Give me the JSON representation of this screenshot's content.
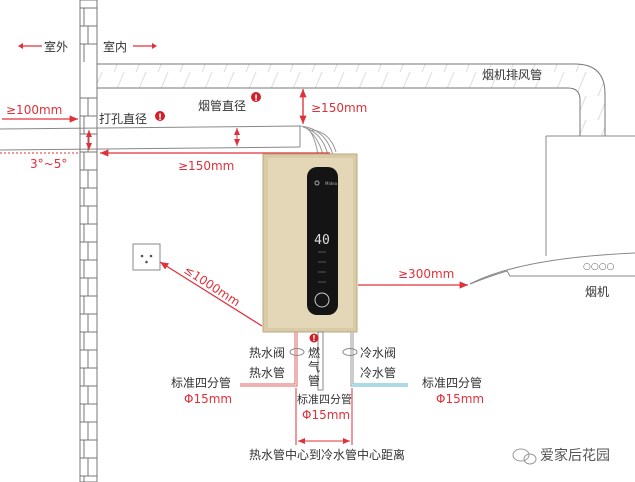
{
  "labels": {
    "outdoor": "室外",
    "indoor": "室内",
    "exhaust_duct": "烟机排风管",
    "hole_diameter": "打孔直径",
    "flue_diameter": "烟管直径",
    "min_100": "≥100mm",
    "min_150_vertical": "≥150mm",
    "min_150_horizontal": "≥150mm",
    "slope": "3°~5°",
    "max_1000": "≤1000mm",
    "min_300": "≥300mm",
    "range_hood": "烟机",
    "hood_buttons": "○○○○",
    "display_temp": "40",
    "hot_valve": "热水阀",
    "hot_pipe": "热水管",
    "gas_pipe": [
      "燃",
      "气",
      "管"
    ],
    "cold_valve": "冷水阀",
    "cold_pipe": "冷水管",
    "std_pipe_left": "标准四分管",
    "dia_left": "Φ15mm",
    "std_pipe_mid": "标准四分管",
    "dia_mid": "Φ15mm",
    "std_pipe_right": "标准四分管",
    "dia_right": "Φ15mm",
    "center_distance": "热水管中心到冷水管中心距离",
    "watermark": "爱家后花园"
  },
  "colors": {
    "accent_red": "#e0303a",
    "heater_gold": "#d9cba6",
    "cold_blue": "#5ab4c8"
  }
}
